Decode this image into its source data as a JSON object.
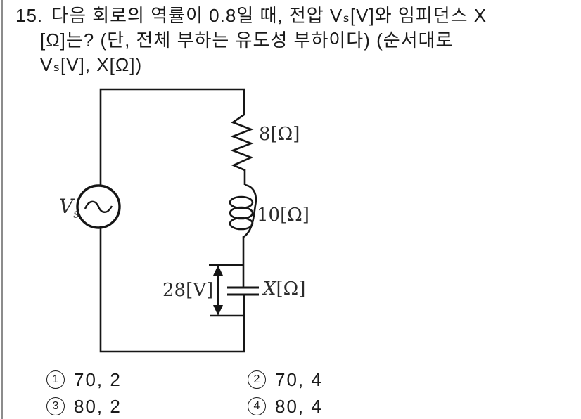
{
  "page": {
    "background": "#ffffff",
    "ink": "#161616",
    "label_ink": "#2b2b2b",
    "rule_color": "#8c8c8c"
  },
  "question": {
    "number": "15.",
    "line1": "다음 회로의 역률이 0.8일 때, 전압 Vₛ[V]와 임피던스 X",
    "line2": "[Ω]는? (단, 전체 부하는 유도성 부하이다) (순서대로",
    "line3": "Vₛ[V], X[Ω])"
  },
  "circuit": {
    "source_label": {
      "main": "V",
      "sub": "s"
    },
    "resistor_label": "8[Ω]",
    "inductor_label": "10[Ω]",
    "capacitor_label": {
      "name": "X",
      "unit": "[Ω]"
    },
    "voltage_label": "28[V]"
  },
  "choices": [
    {
      "num": "1",
      "text": "70, 2"
    },
    {
      "num": "2",
      "text": "70, 4"
    },
    {
      "num": "3",
      "text": "80, 2"
    },
    {
      "num": "4",
      "text": "80, 4"
    }
  ]
}
